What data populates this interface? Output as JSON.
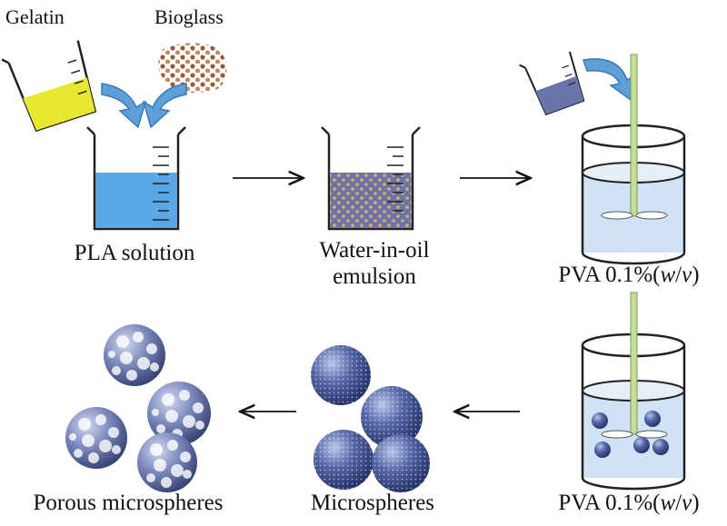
{
  "labels": {
    "gelatin": "Gelatin",
    "bioglass": "Bioglass",
    "pla_solution": "PLA solution",
    "emulsion_line1": "Water-in-oil",
    "emulsion_line2": "emulsion",
    "pva_top_prefix": "PVA 0.1%(",
    "pva_top_w": "w",
    "pva_top_slash": "/",
    "pva_top_v": "v",
    "pva_top_suffix": ")",
    "pva_bottom_prefix": "PVA 0.1%(",
    "pva_bottom_w": "w",
    "pva_bottom_slash": "/",
    "pva_bottom_v": "v",
    "pva_bottom_suffix": ")",
    "microspheres": "Microspheres",
    "porous_microspheres": "Porous microspheres"
  },
  "colors": {
    "gelatin_liquid": "#e8e830",
    "pla_liquid": "#5aa7e6",
    "emulsion_liquid": "#6b74a8",
    "pva_liquid": "#cfe3f4",
    "arrow_blue": "#5f9fd8",
    "stir_rod": "#c8dc9a",
    "sphere": "#3e4f8e"
  },
  "icons": [
    "beaker-icon",
    "curved-pour-arrow-icon",
    "stirred-tank-icon",
    "microsphere-icon",
    "porous-microsphere-icon",
    "flow-arrow-icon"
  ]
}
